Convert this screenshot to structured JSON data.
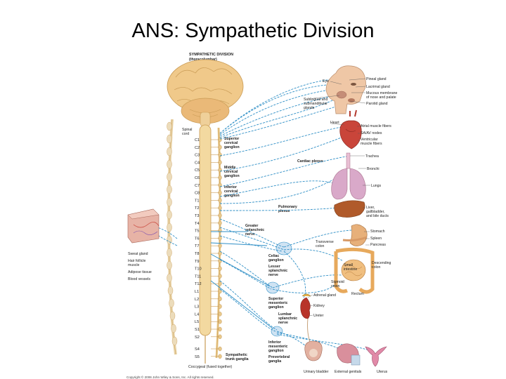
{
  "title": "ANS: Sympathetic Division",
  "diagram": {
    "header": "SYMPATHETIC DIVISION",
    "subheader": "(thoracolumbar)",
    "spinal_label": [
      "Spinal",
      "cord"
    ],
    "segments": [
      "C1",
      "C2",
      "C3",
      "C4",
      "C5",
      "C6",
      "C7",
      "C8",
      "T1",
      "T2",
      "T3",
      "T4",
      "T5",
      "T6",
      "T7",
      "T8",
      "T9",
      "T10",
      "T11",
      "T12",
      "L1",
      "L2",
      "L3",
      "L4",
      "L5",
      "S1",
      "S2",
      "S4",
      "S5"
    ],
    "ganglia": {
      "superior_cervical": [
        "Superior",
        "cervical",
        "ganglion"
      ],
      "middle_cervical": [
        "Middle",
        "cervical",
        "ganglion"
      ],
      "inferior_cervical": [
        "Inferior",
        "cervical",
        "ganglion"
      ],
      "greater_splanchnic": [
        "Greater",
        "splanchnic",
        "nerve"
      ],
      "celiac": [
        "Celiac",
        "ganglion"
      ],
      "lesser_splanchnic": [
        "Lesser",
        "splanchnic",
        "nerve"
      ],
      "superior_mesenteric": [
        "Superior",
        "mesenteric",
        "ganglion"
      ],
      "lumbar_splanchnic": [
        "Lumbar",
        "splanchnic",
        "nerve"
      ],
      "inferior_mesenteric": [
        "Inferior",
        "mesenteric",
        "ganglion"
      ],
      "prevertebral": [
        "Prevertebral",
        "ganglia"
      ],
      "sympathetic_trunk": [
        "Sympathetic",
        "trunk ganglia"
      ],
      "coccygeal": "Coccygeal (fused together)"
    },
    "plexuses": {
      "cardiac": "Cardiac plexus",
      "pulmonary": [
        "Pulmonary",
        "plexus"
      ]
    },
    "head": {
      "eye": "Eye",
      "sublingual": [
        "Sublingual and",
        "submandibular",
        "glands"
      ],
      "pineal": "Pineal gland",
      "lacrimal": "Lacrimal gland",
      "mucous": [
        "Mucous membrane",
        "of nose and palate"
      ],
      "parotid": "Parotid gland"
    },
    "heart": {
      "heart": "Heart",
      "atrial": "Atrial muscle fibers",
      "sa_av": "SA/AV nodes",
      "ventricular": [
        "Ventricular",
        "muscle fibers"
      ]
    },
    "lungs": {
      "trachea": "Trachea",
      "bronchi": "Bronchi",
      "lungs": "Lungs"
    },
    "abdomen": {
      "liver": [
        "Liver,",
        "gallbladder,",
        "and bile ducts"
      ],
      "stomach": "Stomach",
      "spleen": "Spleen",
      "pancreas": "Pancreas",
      "transverse_colon": [
        "Transverse",
        "colon"
      ],
      "small_intestine": [
        "Small",
        "intestine"
      ],
      "descending_colon": [
        "Descending",
        "colon"
      ],
      "sigmoid_colon": [
        "Sigmoid",
        "colon"
      ],
      "rectum": "Rectum",
      "adrenal": "Adrenal gland",
      "kidney": "Kidney",
      "ureter": "Ureter"
    },
    "pelvis": {
      "bladder": "Urinary bladder",
      "genitals": "External genitals",
      "uterus": "Uterus"
    },
    "skin": {
      "sweat": "Sweat gland",
      "hair": [
        "Hair follicle",
        "muscle"
      ],
      "adipose": "Adipose tissue",
      "vessels": "Blood vessels"
    },
    "copyright": "Copyright © 2006 John Wiley & Sons, Inc. All rights reserved."
  },
  "colors": {
    "nerve": "#2f8fc6",
    "spine": "#f3d9a0",
    "brain": "#f0c98a",
    "organ_red": "#c9453a",
    "lung": "#d9a9c9",
    "liver": "#b05a2a",
    "intestine": "#e7a95c"
  }
}
